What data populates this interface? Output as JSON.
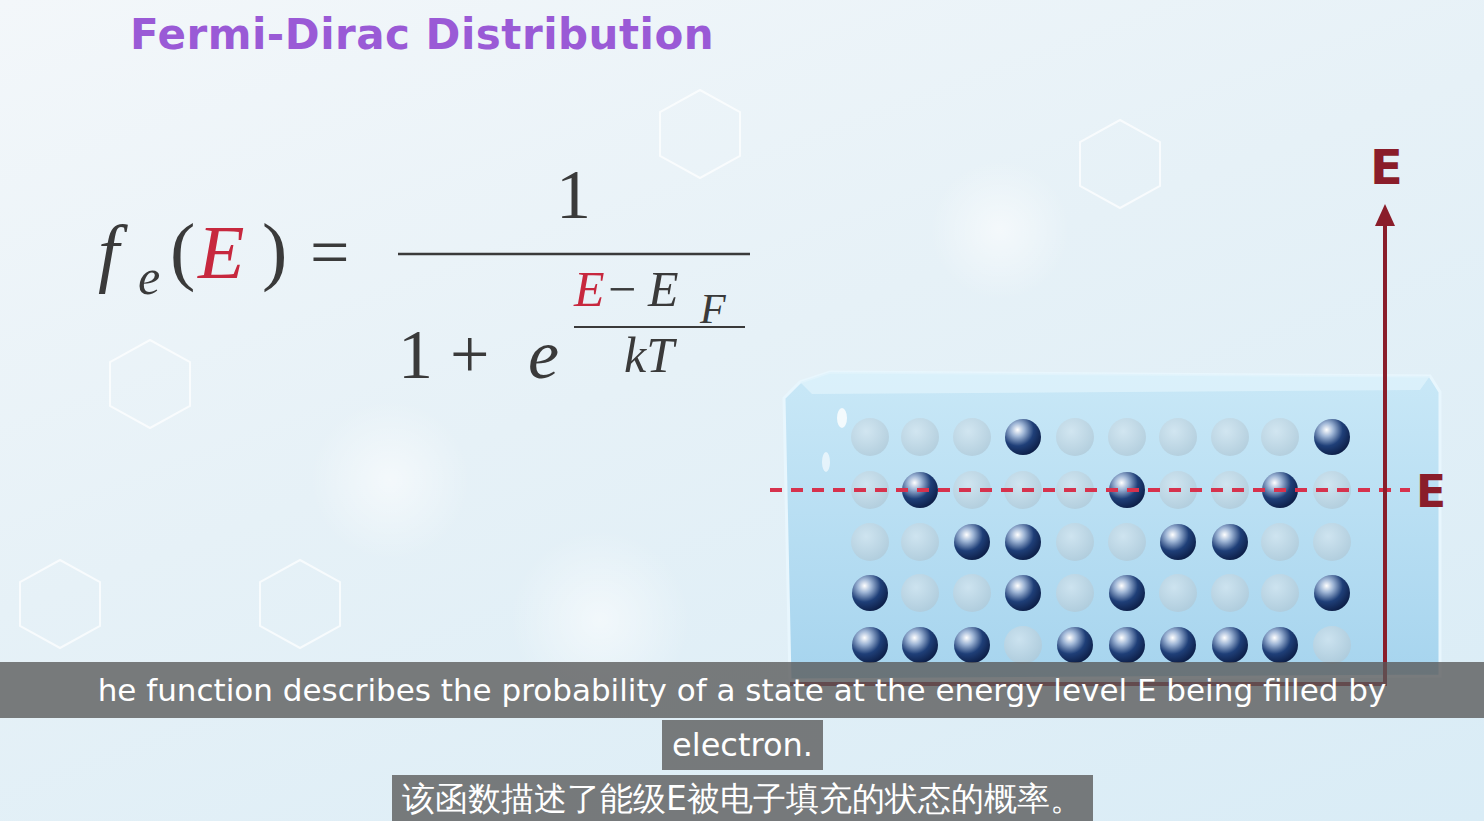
{
  "diagram": {
    "title": "Fermi-Dirac Distribution",
    "nodes": [
      {
        "text": [
          "he function describes the probability of a state at the energy level E being filled by"
        ]
      },
      {
        "text": [
          "electron."
        ]
      },
      {
        "text": [
          "该函数描述了能级E被电子填充的状态的概率。"
        ]
      }
    ],
    "labels": [
      "f",
      "e",
      "(",
      "E",
      ")",
      "=",
      "1",
      "1",
      "+",
      "e",
      "E",
      "−",
      "E",
      "F",
      "kT",
      "E",
      "E"
    ]
  }
}
